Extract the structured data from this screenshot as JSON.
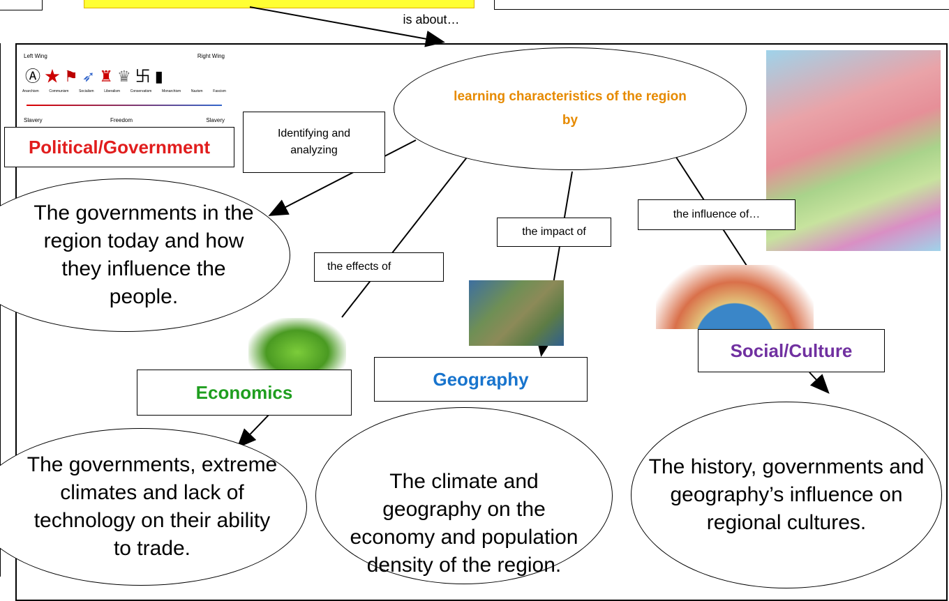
{
  "connector_top": "is about…",
  "center": "learning characteristics of the region by",
  "links": {
    "identifying": "Identifying and analyzing",
    "effects": "the effects of",
    "impact": "the impact of",
    "influence": "the influence of…"
  },
  "categories": {
    "political": "Political/Government",
    "economics": "Economics",
    "geography": "Geography",
    "social": "Social/Culture"
  },
  "details": {
    "political": "The governments in the region today and how they influence the people.",
    "economics": "The governments, extreme climates and lack of technology on their ability to trade.",
    "geography": "The climate and geography on the economy and population density of the region.",
    "social": "The history, governments and geography’s influence on regional cultures."
  },
  "spectrum": {
    "left": "Left Wing",
    "right": "Right Wing",
    "bottom_left": "Slavery",
    "bottom_mid": "Freedom",
    "bottom_right": "Slavery",
    "labels": [
      "Anarchism",
      "Communism",
      "Socialism",
      "Liberalism",
      "Conservatism",
      "Monarchism",
      "Nazism",
      "Fascism"
    ]
  },
  "colors": {
    "highlight": "#ffff33",
    "center_text": "#e68a00",
    "political": "#e11d1d",
    "economics": "#1f9e1f",
    "geography": "#1874cd",
    "social": "#7030a0"
  }
}
